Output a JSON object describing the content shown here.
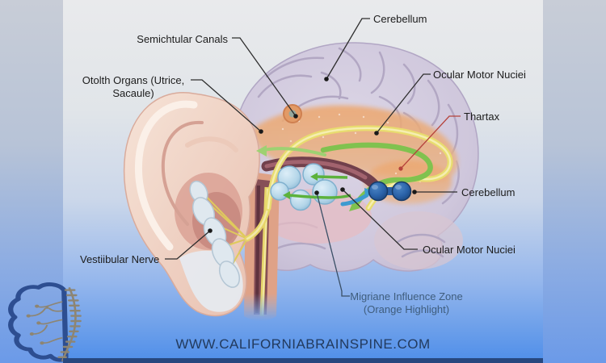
{
  "colors": {
    "label_text": "#1c1c1c",
    "leader_line": "#2e2e2e",
    "leader_red": "#b5433c",
    "migraine_text": "#3f5d7d",
    "url_text": "#223a5e",
    "highlight_orange": "#e8a06e",
    "pathway_yellow": "#e8dc6f",
    "pathway_green": "#80c24f",
    "pathway_blue": "#3d9ad0",
    "nuclei_light_blue": "#b9d7ea",
    "nuclei_dark_blue": "#2a5fa3",
    "logo_blue": "#2d4e91",
    "logo_tan": "#8d8573"
  },
  "labels": {
    "semicircular_canals": {
      "text": "Semichtular Canals"
    },
    "otolith_organs": {
      "line1": "Otolth Organs (Utrice,",
      "line2": "Sacaule)"
    },
    "cerebellum_top": {
      "text": "Cerebellum"
    },
    "ocular_motor_upper": {
      "text": "Ocular Motor Nuciei"
    },
    "thartax": {
      "text": "Thartax"
    },
    "cerebellum_right": {
      "text": "Cerebellum"
    },
    "ocular_motor_lower": {
      "text": "Ocular Motor Nuciei"
    },
    "migraine_zone": {
      "line1": "Migriane Influence Zone",
      "line2": "(Orange Highlight)"
    },
    "vestibular_nerve": {
      "text": "Vestiibular Nerve"
    }
  },
  "footer": {
    "website": "WWW.CALIFORNIABRAINSPINE.COM"
  },
  "logo": {
    "icon": "brain-spine-logo"
  }
}
